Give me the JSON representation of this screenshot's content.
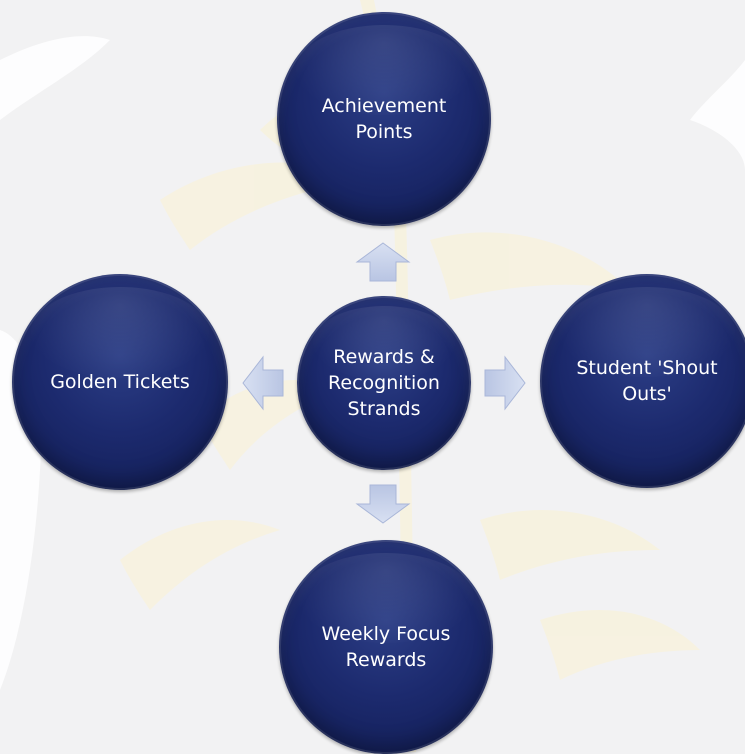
{
  "diagram": {
    "center": {
      "label": "Rewards &\nRecognition\nStrands"
    },
    "nodes": {
      "top": {
        "label": "Achievement\nPoints"
      },
      "left": {
        "label": "Golden Tickets"
      },
      "right": {
        "label": "Student 'Shout\nOuts'"
      },
      "bottom": {
        "label": "Weekly Focus\nRewards"
      }
    },
    "colors": {
      "node_fill": "#1c2a6e",
      "arrow_fill": "#c9d3ea",
      "background": "#f2f2f3",
      "watermark": "#f6f1dc"
    }
  }
}
